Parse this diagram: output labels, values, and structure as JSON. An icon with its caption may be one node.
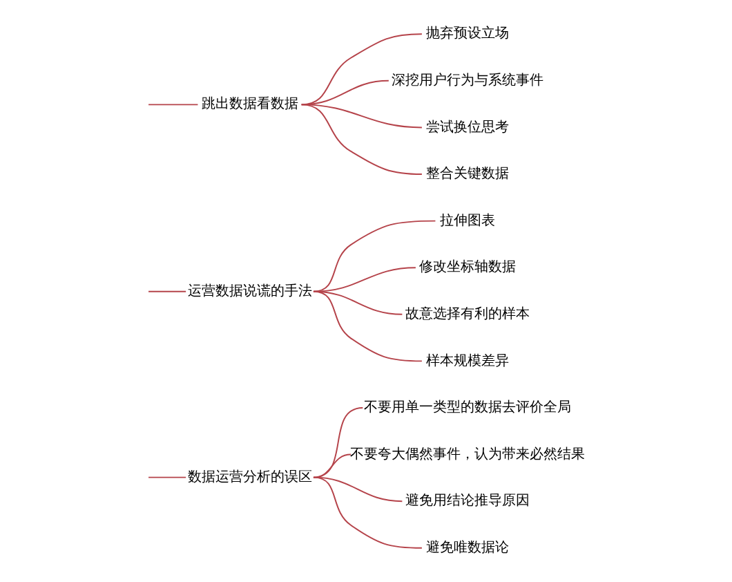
{
  "diagram": {
    "nodes": [
      {
        "text": [
          "数据运营分析的误区"
        ]
      },
      {
        "text": [
          "不要用单一类型的数据去评价全局"
        ]
      },
      {
        "text": [
          "不要夸大偶然事件，认为带来必然结果"
        ]
      },
      {
        "text": [
          "避免用结论推导原因"
        ]
      },
      {
        "text": [
          "避免唯数据论"
        ]
      },
      {
        "text": [
          "运营数据说谎的手法"
        ]
      },
      {
        "text": [
          "拉伸图表"
        ]
      },
      {
        "text": [
          "修改坐标轴数据"
        ]
      },
      {
        "text": [
          "故意选择有利的样本"
        ]
      },
      {
        "text": [
          "样本规模差异"
        ]
      },
      {
        "text": [
          "跳出数据看数据"
        ]
      },
      {
        "text": [
          "抛弃预设立场"
        ]
      },
      {
        "text": [
          "深挖用户行为与系统事件"
        ]
      },
      {
        "text": [
          "尝试换位思考"
        ]
      },
      {
        "text": [
          "整合关键数据"
        ]
      }
    ],
    "edges": [
      {
        "from": null,
        "to": 0,
        "arrow": "none"
      },
      {
        "from": null,
        "to": 5,
        "arrow": "none"
      },
      {
        "from": null,
        "to": 10,
        "arrow": "none"
      },
      {
        "from": 0,
        "to": 1,
        "arrow": "none"
      },
      {
        "from": 0,
        "to": 2,
        "arrow": "none"
      },
      {
        "from": 0,
        "to": 3,
        "arrow": "none"
      },
      {
        "from": 0,
        "to": 4,
        "arrow": "none"
      },
      {
        "from": 5,
        "to": 6,
        "arrow": "none"
      },
      {
        "from": 5,
        "to": 7,
        "arrow": "none"
      },
      {
        "from": 5,
        "to": 8,
        "arrow": "none"
      },
      {
        "from": 5,
        "to": 9,
        "arrow": "none"
      },
      {
        "from": 10,
        "to": 11,
        "arrow": "none"
      },
      {
        "from": 10,
        "to": 12,
        "arrow": "none"
      },
      {
        "from": 10,
        "to": 13,
        "arrow": "none"
      },
      {
        "from": 10,
        "to": 14,
        "arrow": "none"
      }
    ]
  }
}
